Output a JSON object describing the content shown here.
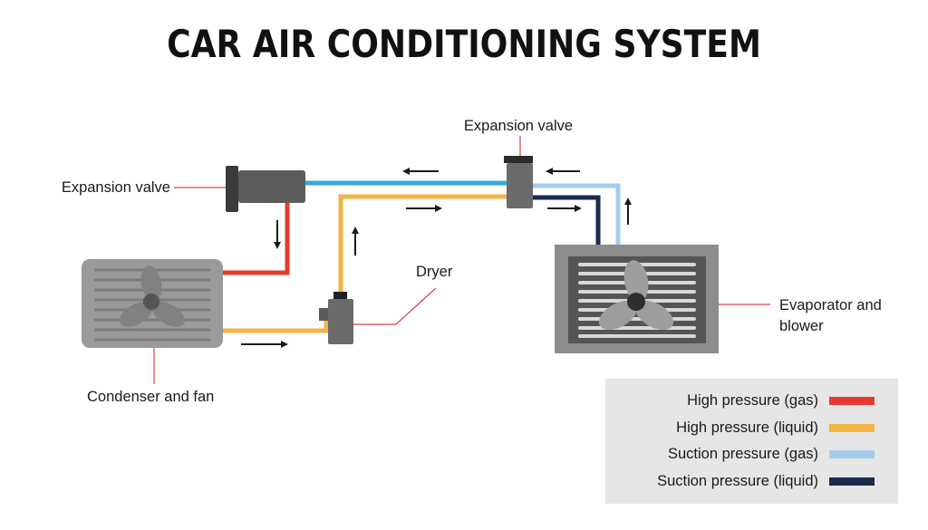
{
  "title": "CAR AIR CONDITIONING SYSTEM",
  "labels": {
    "expansion_valve_left": "Expansion valve",
    "expansion_valve_top": "Expansion valve",
    "dryer": "Dryer",
    "condenser": "Condenser and fan",
    "evaporator_line1": "Evaporator and",
    "evaporator_line2": "blower"
  },
  "colors": {
    "high_pressure_gas": "#e63b2e",
    "high_pressure_liquid": "#f3b544",
    "suction_pressure_gas": "#a6cbea",
    "suction_pressure_liquid": "#1a2b4c",
    "blue_line": "#3aa6dc"
  },
  "legend": [
    {
      "label": "High pressure (gas)",
      "color": "#e63b2e"
    },
    {
      "label": "High pressure (liquid)",
      "color": "#f3b544"
    },
    {
      "label": "Suction pressure (gas)",
      "color": "#a6cbea"
    },
    {
      "label": "Suction pressure (liquid)",
      "color": "#1a2b4c"
    }
  ]
}
